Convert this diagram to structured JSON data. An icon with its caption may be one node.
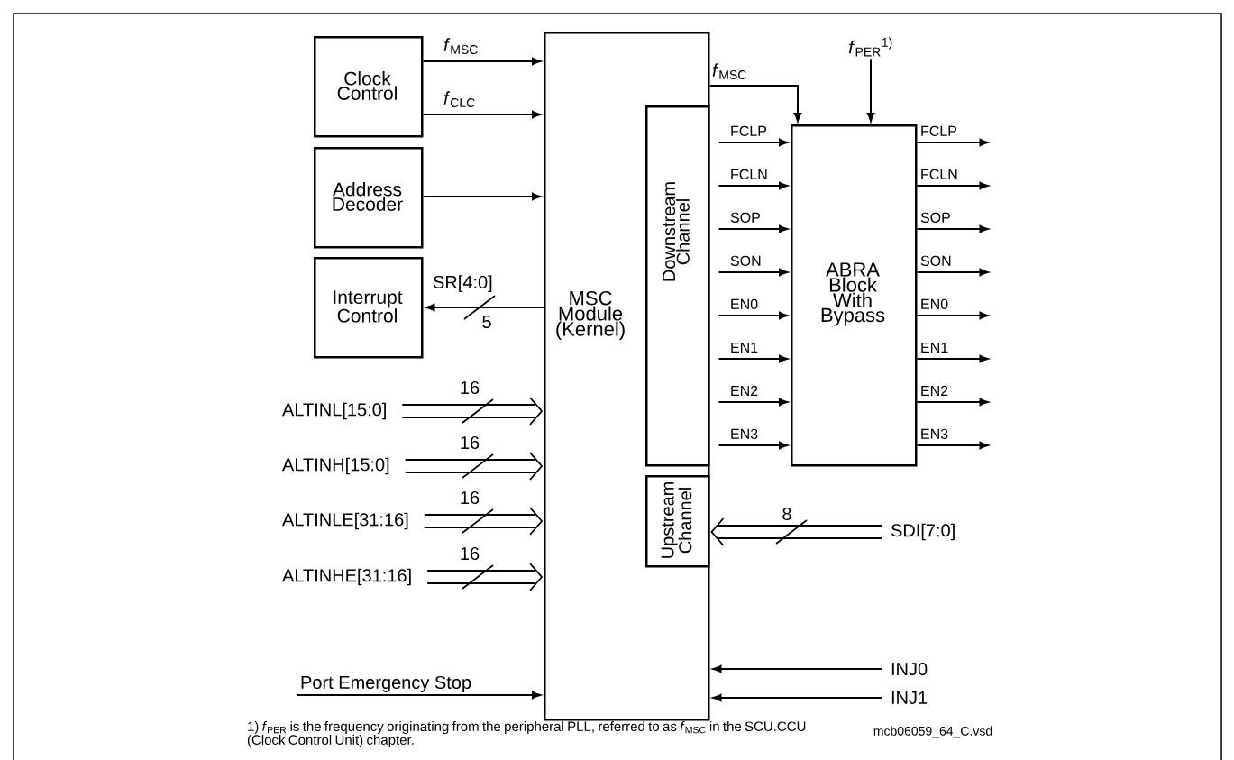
{
  "diagram": {
    "nodes": [
      {
        "text": [
          "Clock Control"
        ]
      },
      {
        "text": [
          "Address Decoder"
        ]
      },
      {
        "text": [
          "Interrupt Control"
        ]
      },
      {
        "text": [
          "MSC Module (Kernel)"
        ]
      },
      {
        "text": [
          "Downstream Channel"
        ],
        "in": 3
      },
      {
        "text": [
          "Upstream Channel"
        ],
        "in": 3
      },
      {
        "text": [
          "ABRA Block With Bypass"
        ]
      },
      {
        "text": [
          "*f*$_{PER}$$^{1)}$"
        ]
      },
      {
        "text": [
          "ALTINL[15:0]"
        ]
      },
      {
        "text": [
          "ALTINH[15:0]"
        ]
      },
      {
        "text": [
          "ALTINLE[31:16]"
        ]
      },
      {
        "text": [
          "ALTINHE[31:16]"
        ]
      },
      {
        "text": [
          "Port Emergency Stop"
        ]
      },
      {
        "text": [
          "SDI[7:0]"
        ]
      },
      {
        "text": [
          "INJ0"
        ]
      },
      {
        "text": [
          "INJ1"
        ]
      }
    ],
    "edges": [
      {
        "from": 0,
        "to": 3,
        "arrow": "to",
        "label": "*f*$_{MSC}$"
      },
      {
        "from": 0,
        "to": 3,
        "arrow": "to",
        "label": "*f*$_{CLC}$"
      },
      {
        "from": 1,
        "to": 3,
        "arrow": "to"
      },
      {
        "from": 3,
        "to": 2,
        "arrow": "to",
        "label": "SR[4:0]"
      },
      {
        "from": 3,
        "to": 6,
        "arrow": "to",
        "label": "*f*$_{MSC}$"
      },
      {
        "from": 7,
        "to": 6,
        "arrow": "to"
      },
      {
        "from": 4,
        "to": 6,
        "arrow": "to",
        "label": "FCLP"
      },
      {
        "from": 4,
        "to": 6,
        "arrow": "to",
        "label": "FCLN"
      },
      {
        "from": 4,
        "to": 6,
        "arrow": "to",
        "label": "SOP"
      },
      {
        "from": 4,
        "to": 6,
        "arrow": "to",
        "label": "SON"
      },
      {
        "from": 4,
        "to": 6,
        "arrow": "to",
        "label": "EN0"
      },
      {
        "from": 4,
        "to": 6,
        "arrow": "to",
        "label": "EN1"
      },
      {
        "from": 4,
        "to": 6,
        "arrow": "to",
        "label": "EN2"
      },
      {
        "from": 4,
        "to": 6,
        "arrow": "to",
        "label": "EN3"
      },
      {
        "from": 6,
        "to": null,
        "arrow": "to",
        "label": "FCLP"
      },
      {
        "from": 6,
        "to": null,
        "arrow": "to",
        "label": "FCLN"
      },
      {
        "from": 6,
        "to": null,
        "arrow": "to",
        "label": "SOP"
      },
      {
        "from": 6,
        "to": null,
        "arrow": "to",
        "label": "SON"
      },
      {
        "from": 6,
        "to": null,
        "arrow": "to",
        "label": "EN0"
      },
      {
        "from": 6,
        "to": null,
        "arrow": "to",
        "label": "EN1"
      },
      {
        "from": 6,
        "to": null,
        "arrow": "to",
        "label": "EN2"
      },
      {
        "from": 6,
        "to": null,
        "arrow": "to",
        "label": "EN3"
      },
      {
        "from": 8,
        "to": 3,
        "arrow": "to"
      },
      {
        "from": 9,
        "to": 3,
        "arrow": "to"
      },
      {
        "from": 10,
        "to": 3,
        "arrow": "to"
      },
      {
        "from": 11,
        "to": 3,
        "arrow": "to"
      },
      {
        "from": 12,
        "to": 3,
        "arrow": "to"
      },
      {
        "from": 13,
        "to": 5,
        "arrow": "to"
      },
      {
        "from": 14,
        "to": 3,
        "arrow": "to"
      },
      {
        "from": 15,
        "to": 3,
        "arrow": "to"
      }
    ],
    "labels": [
      "5",
      "16",
      "16",
      "16",
      "16",
      "8",
      "1) *f*$_{PER}$ is the frequency originating from the peripheral PLL, referred to as *f*$_{MSC}$ in the SCU.CCU (Clock Control Unit) chapter.",
      "mcb06059_64_C.vsd"
    ]
  }
}
